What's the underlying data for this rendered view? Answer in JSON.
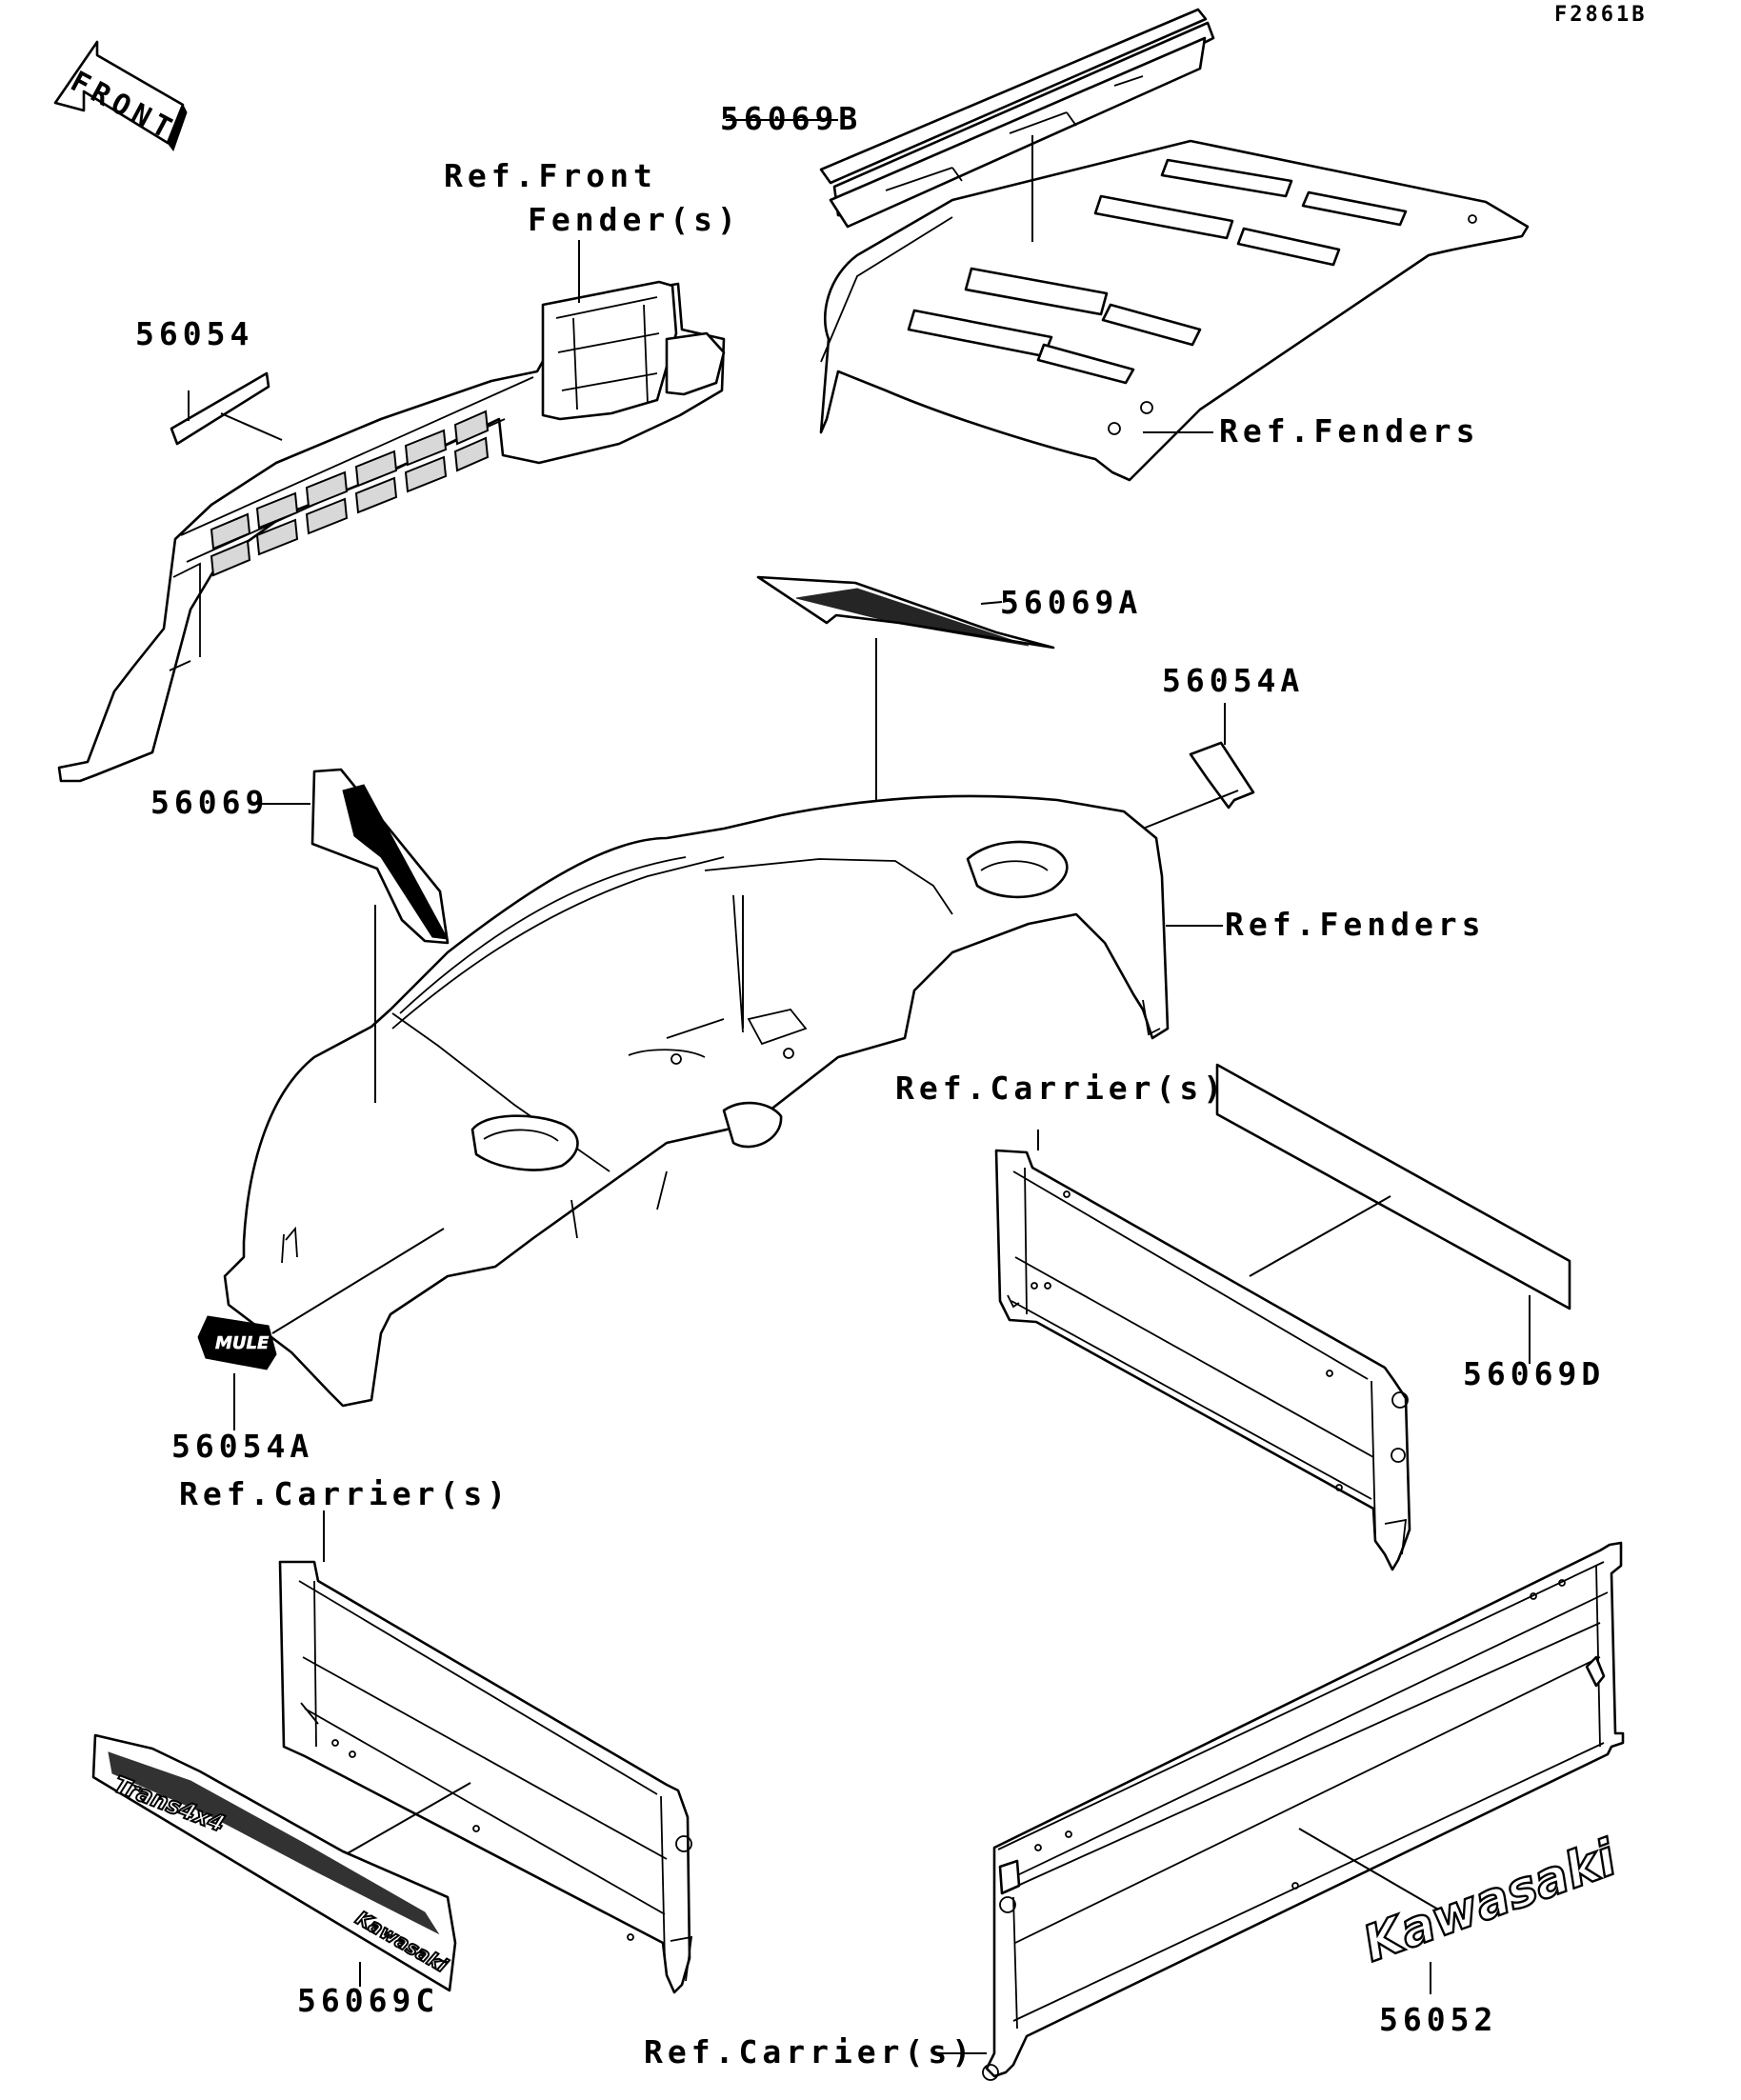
{
  "figure_code": "F2861B",
  "front_marker": "FRONT",
  "labels": {
    "p56069B": "56069B",
    "p56054": "56054",
    "ref_front_fender_line1": "Ref.Front",
    "ref_front_fender_line2": "Fender(s)",
    "ref_fenders_top": "Ref.Fenders",
    "p56069A": "56069A",
    "p56054A_top": "56054A",
    "p56069": "56069",
    "ref_fenders_mid": "Ref.Fenders",
    "ref_carrier_mid": "Ref.Carrier(s)",
    "p56069D": "56069D",
    "p56054A_bottom": "56054A",
    "ref_carrier_left": "Ref.Carrier(s)",
    "p56069C": "56069C",
    "ref_carrier_bottom": "Ref.Carrier(s)",
    "p56052": "56052"
  },
  "decal_text": {
    "kawasaki_emblem": "Kawasaki",
    "side_decal_brand": "Kawasaki",
    "side_decal_model": "Trans4x4",
    "mule_emblem": "MULE"
  },
  "colors": {
    "line": "#000000",
    "background": "#ffffff"
  }
}
